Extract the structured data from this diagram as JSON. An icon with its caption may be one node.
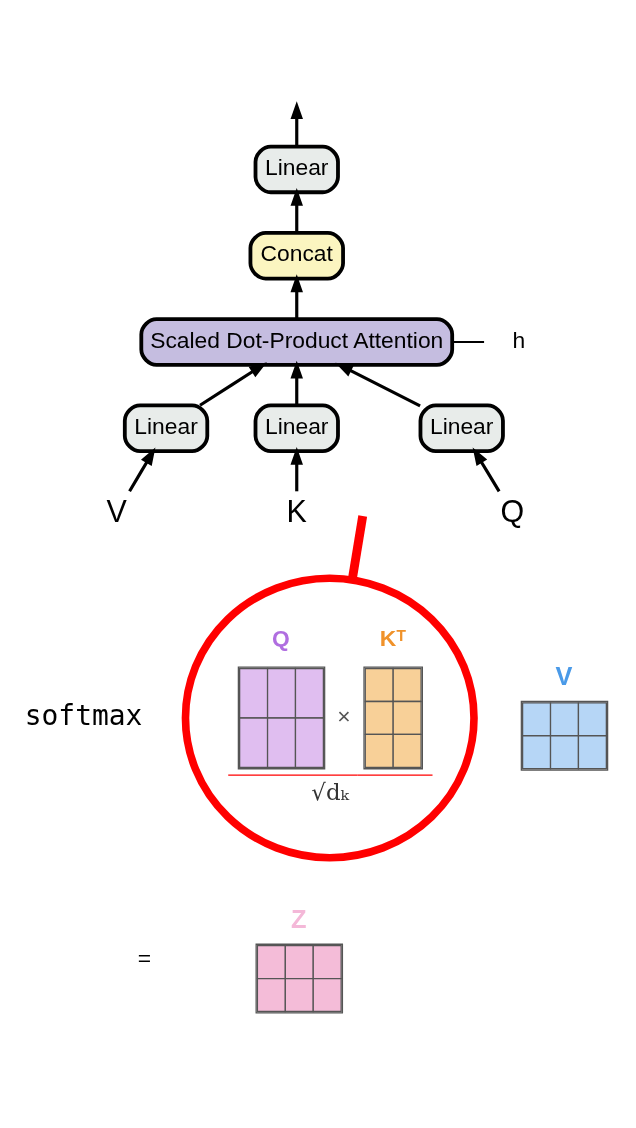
{
  "diagram": {
    "nodes": [
      {
        "text": [
          "Linear"
        ]
      },
      {
        "text": [
          "Concat"
        ]
      },
      {
        "text": [
          "Scaled Dot-Product Attention"
        ],
        "beside": [
          "h"
        ]
      },
      {
        "text": [
          "Linear"
        ]
      },
      {
        "text": [
          "Linear"
        ]
      },
      {
        "text": [
          "Linear"
        ]
      },
      {
        "text": [
          "V"
        ]
      },
      {
        "text": [
          "K"
        ]
      },
      {
        "text": [
          "Q"
        ]
      },
      {
        "text": [
          "Q",
          "Kᵀ",
          "×",
          "√dₖ"
        ]
      }
    ],
    "edges": [
      {
        "from": 0,
        "to": null,
        "arrow": "to"
      },
      {
        "from": 1,
        "to": 0,
        "arrow": "to"
      },
      {
        "from": 2,
        "to": 1,
        "arrow": "to"
      },
      {
        "from": 3,
        "to": 2,
        "arrow": "to"
      },
      {
        "from": 4,
        "to": 2,
        "arrow": "to"
      },
      {
        "from": 5,
        "to": 2,
        "arrow": "to"
      },
      {
        "from": 6,
        "to": 3,
        "arrow": "to"
      },
      {
        "from": 7,
        "to": 4,
        "arrow": "to"
      },
      {
        "from": 8,
        "to": 5,
        "arrow": "to"
      },
      {
        "from": 9,
        "to": null,
        "arrow": "none",
        "style": "thick",
        "color": "#ff0000"
      }
    ],
    "labels": [
      "softmax",
      "V",
      "Z",
      "="
    ]
  }
}
